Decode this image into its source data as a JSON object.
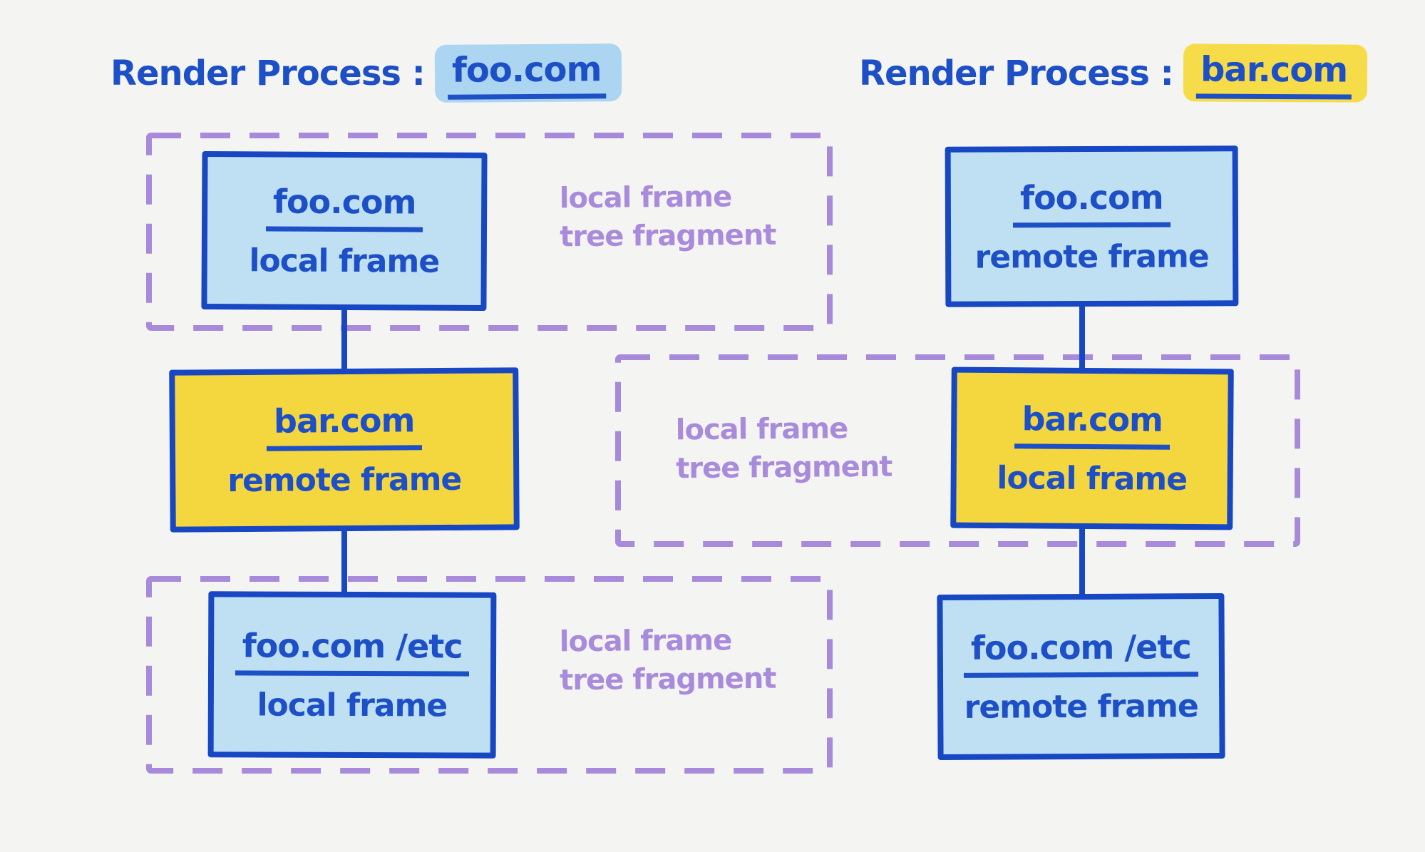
{
  "left_process": {
    "title": {
      "prefix": "Render Process :",
      "domain": "foo.com"
    },
    "nodes": [
      {
        "domain": "foo.com",
        "frame": "local frame"
      },
      {
        "domain": "bar.com",
        "frame": "remote frame"
      },
      {
        "domain": "foo.com /etc",
        "frame": "local frame"
      }
    ],
    "fragment_labels": [
      {
        "line1": "local frame",
        "line2": "tree fragment"
      },
      {
        "line1": "local frame",
        "line2": "tree fragment"
      }
    ]
  },
  "right_process": {
    "title": {
      "prefix": "Render Process :",
      "domain": "bar.com"
    },
    "nodes": [
      {
        "domain": "foo.com",
        "frame": "remote frame"
      },
      {
        "domain": "bar.com",
        "frame": "local frame"
      },
      {
        "domain": "foo.com /etc",
        "frame": "remote frame"
      }
    ],
    "fragment_labels": [
      {
        "line1": "local frame",
        "line2": "tree fragment"
      }
    ]
  },
  "colors": {
    "background": "#f4f4f2",
    "ink_blue": "#1d4fc6",
    "box_border_blue": "#1747c3",
    "light_blue_fill": "#bfdff3",
    "yellow_fill": "#f4d73f",
    "purple_dash": "#a78ad9",
    "purple_text": "#a98bdb",
    "title_highlight_blue": "#abd5f1",
    "title_highlight_yellow": "#f7dc4a"
  }
}
